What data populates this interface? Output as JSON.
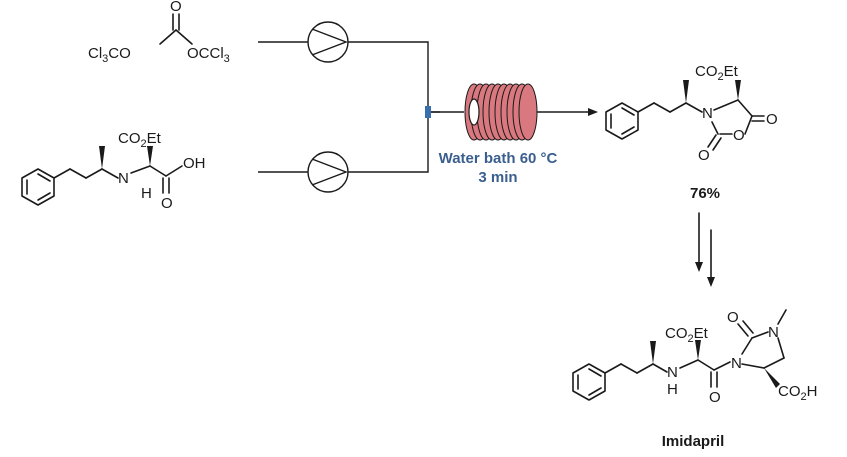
{
  "reagents": {
    "triphosgene": {
      "left": "Cl",
      "left_sub": "3",
      "left_rest": "CO",
      "right": "OCCl",
      "right_sub": "3",
      "carbonyl_o": "O"
    },
    "amino_acid": {
      "ester_a": "CO",
      "ester_sub": "2",
      "ester_b": "Et",
      "nh_n": "N",
      "nh_h": "H",
      "oh": "OH",
      "carbonyl_o": "O"
    }
  },
  "reactor": {
    "condition_line1": "Water bath 60 °C",
    "condition_line2": "3 min",
    "coil_color": "#d9787e",
    "tee_color": "#3a6fb0"
  },
  "nca_product": {
    "ester_a": "CO",
    "ester_sub": "2",
    "ester_b": "Et",
    "n": "N",
    "ring_o": "O",
    "o_left": "O",
    "o_right": "O",
    "yield": "76%"
  },
  "final_product": {
    "name": "Imidapril",
    "ester_a": "CO",
    "ester_sub": "2",
    "ester_b": "Et",
    "nh_n": "N",
    "nh_h": "H",
    "amide_o": "O",
    "urea_o": "O",
    "n_ring": "N",
    "n_amide": "N",
    "acid_a": "CO",
    "acid_sub": "2",
    "acid_b": "H"
  },
  "colors": {
    "ink": "#1a1a1a",
    "condition_text": "#3a5f8f"
  }
}
